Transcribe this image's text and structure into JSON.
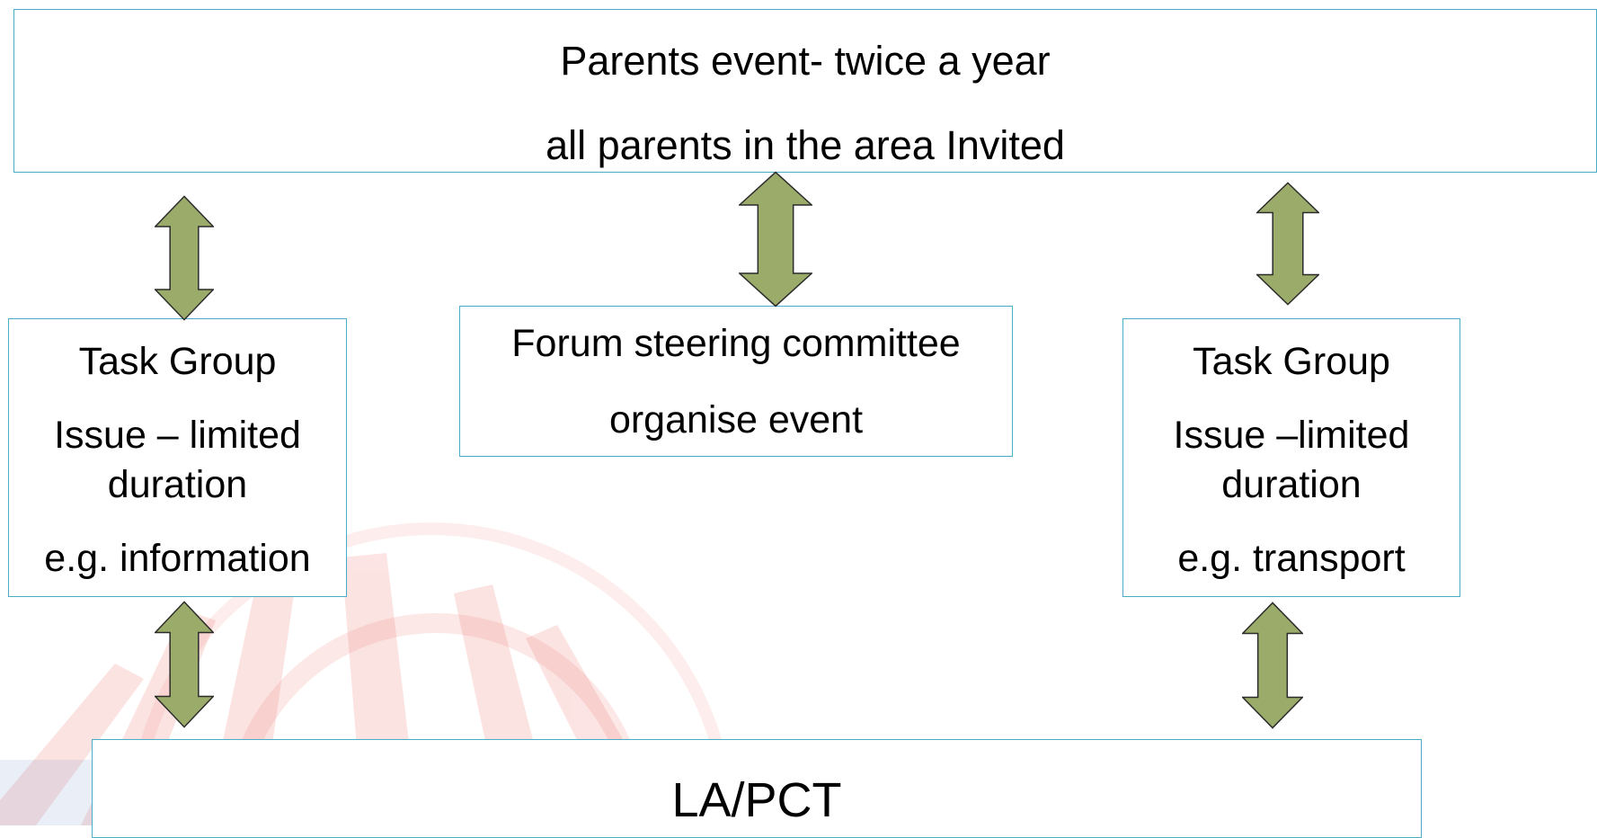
{
  "colors": {
    "box_border": "#4bacc6",
    "arrow_fill": "#9bab6a",
    "arrow_stroke": "#2b2b2b",
    "watermark": "#e85a4f"
  },
  "diagram": {
    "top_box": {
      "line1": "Parents event- twice  a year",
      "line2": "all parents in the area Invited"
    },
    "left_box": {
      "line1": "Task Group",
      "line2": "Issue – limited",
      "line3": "duration",
      "line4": "e.g. information"
    },
    "center_box": {
      "line1": "Forum steering committee",
      "line2": "organise event"
    },
    "right_box": {
      "line1": "Task Group",
      "line2": "Issue –limited",
      "line3": "duration",
      "line4": "e.g. transport"
    },
    "bottom_box": {
      "line1": "LA/PCT"
    },
    "arrows": [
      {
        "from": "left_box",
        "to": "top_box",
        "icon": "double-arrow-icon"
      },
      {
        "from": "center_box",
        "to": "top_box",
        "icon": "double-arrow-icon"
      },
      {
        "from": "right_box",
        "to": "top_box",
        "icon": "double-arrow-icon"
      },
      {
        "from": "left_box",
        "to": "bottom_box",
        "icon": "double-arrow-icon"
      },
      {
        "from": "right_box",
        "to": "bottom_box",
        "icon": "double-arrow-icon"
      }
    ]
  }
}
